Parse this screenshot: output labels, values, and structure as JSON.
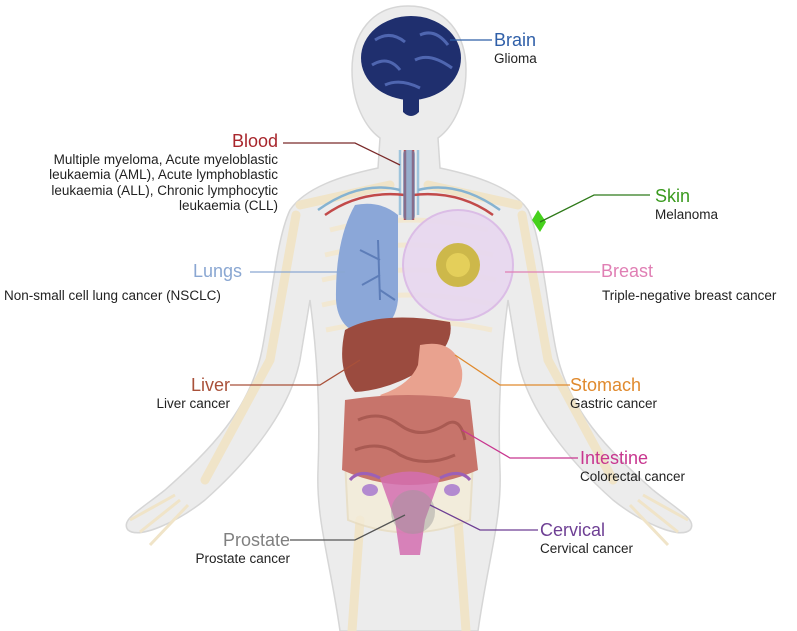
{
  "labels": {
    "brain": {
      "name": "Brain",
      "disease": "Glioma",
      "color": "#2f5fa8"
    },
    "blood": {
      "name": "Blood",
      "disease": [
        "Multiple myeloma, Acute myeloblastic",
        "leukaemia (AML), Acute lymphoblastic",
        "leukaemia (ALL), Chronic lymphocytic",
        "leukaemia (CLL)"
      ],
      "color": "#a8262c"
    },
    "skin": {
      "name": "Skin",
      "disease": "Melanoma",
      "color": "#3a9a1e"
    },
    "lungs": {
      "name": "Lungs",
      "disease": "Non-small cell lung cancer (NSCLC)",
      "color": "#8aa7d2"
    },
    "breast": {
      "name": "Breast",
      "disease": "Triple-negative breast cancer",
      "color": "#e07fb4"
    },
    "liver": {
      "name": "Liver",
      "disease": "Liver cancer",
      "color": "#a9513a"
    },
    "stomach": {
      "name": "Stomach",
      "disease": "Gastric cancer",
      "color": "#e08a2e"
    },
    "intestine": {
      "name": "Intestine",
      "disease": "Colorectal cancer",
      "color": "#c8368f"
    },
    "cervical": {
      "name": "Cervical",
      "disease": "Cervical cancer",
      "color": "#6e3f94"
    },
    "prostate": {
      "name": "Prostate",
      "disease": "Prostate cancer",
      "color": "#808080"
    }
  }
}
